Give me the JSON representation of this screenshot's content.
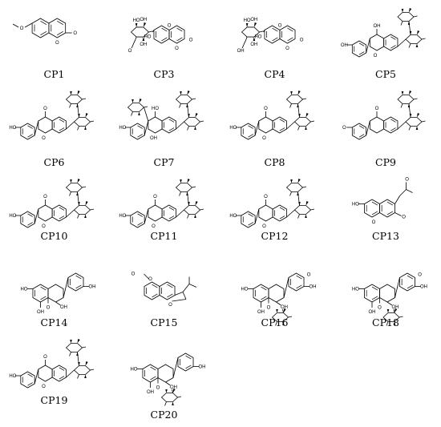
{
  "figure": {
    "compounds": [
      {
        "id": "CP1",
        "label": "CP1",
        "structure_icon": "coumarin-methoxy-structure-icon",
        "atoms": [
          "O",
          "O",
          "O"
        ]
      },
      {
        "id": "CP3",
        "label": "CP3",
        "structure_icon": "coumarin-glucoside-structure-icon",
        "atoms": [
          "HO",
          "HO",
          "OH",
          "OH",
          "O",
          "O",
          "O",
          "O"
        ]
      },
      {
        "id": "CP4",
        "label": "CP4",
        "structure_icon": "caffeoylquinic-acid-structure-icon",
        "atoms": [
          "HO",
          "HO",
          "OH",
          "OH",
          "O",
          "O",
          "OH",
          "O"
        ]
      },
      {
        "id": "CP5",
        "label": "CP5",
        "structure_icon": "flavonoid-rutinoside-structure-icon",
        "atoms": [
          "OH",
          "OH",
          "O",
          "O"
        ]
      },
      {
        "id": "CP6",
        "label": "CP6",
        "structure_icon": "flavone-diglycoside-structure-icon",
        "atoms": [
          "HO",
          "O",
          "O"
        ]
      },
      {
        "id": "CP7",
        "label": "CP7",
        "structure_icon": "c-glycosyl-flavone-structure-icon",
        "atoms": [
          "HO",
          "HO",
          "OH",
          "OH",
          "OH",
          "HO",
          "O",
          "O",
          "OH"
        ]
      },
      {
        "id": "CP8",
        "label": "CP8",
        "structure_icon": "flavanone-glycoside-structure-icon",
        "atoms": [
          "HO",
          "O",
          "O"
        ]
      },
      {
        "id": "CP9",
        "label": "CP9",
        "structure_icon": "terpene-glycoside-structure-icon",
        "atoms": [
          "O",
          "O"
        ]
      },
      {
        "id": "CP10",
        "label": "CP10",
        "structure_icon": "flavone-rutinoside-structure-icon",
        "atoms": [
          "HO",
          "O",
          "O"
        ]
      },
      {
        "id": "CP11",
        "label": "CP11",
        "structure_icon": "methoxyflavone-rutinoside-structure-icon",
        "atoms": [
          "HO",
          "O",
          "O"
        ]
      },
      {
        "id": "CP12",
        "label": "CP12",
        "structure_icon": "flavanone-rutinoside-structure-icon",
        "atoms": [
          "HO",
          "O",
          "O"
        ]
      },
      {
        "id": "CP13",
        "label": "CP13",
        "structure_icon": "prenyl-coumarin-structure-icon",
        "atoms": [
          "HO",
          "O",
          "O",
          "O"
        ]
      },
      {
        "id": "CP14",
        "label": "CP14",
        "structure_icon": "kaempferol-structure-icon",
        "atoms": [
          "HO",
          "OH",
          "OH",
          "OH",
          "O"
        ]
      },
      {
        "id": "CP15",
        "label": "CP15",
        "structure_icon": "furanocoumarin-structure-icon",
        "atoms": [
          "O",
          "O",
          "O"
        ]
      },
      {
        "id": "CP16",
        "label": "CP16",
        "structure_icon": "quercetin-rhamnoside-structure-icon",
        "atoms": [
          "HO",
          "OH",
          "OH",
          "OH",
          "O",
          "O"
        ]
      },
      {
        "id": "CP18",
        "label": "CP18",
        "structure_icon": "quercetin-glucoside-structure-icon",
        "atoms": [
          "HO",
          "OH",
          "OH",
          "OH",
          "O",
          "O"
        ]
      },
      {
        "id": "CP19",
        "label": "CP19",
        "structure_icon": "flavanone-glucoside-structure-icon",
        "atoms": [
          "HO",
          "O",
          "O"
        ]
      },
      {
        "id": "CP20",
        "label": "CP20",
        "structure_icon": "quercetin-structure-icon",
        "atoms": [
          "HO",
          "OH",
          "OH",
          "OH",
          "O"
        ]
      }
    ]
  }
}
